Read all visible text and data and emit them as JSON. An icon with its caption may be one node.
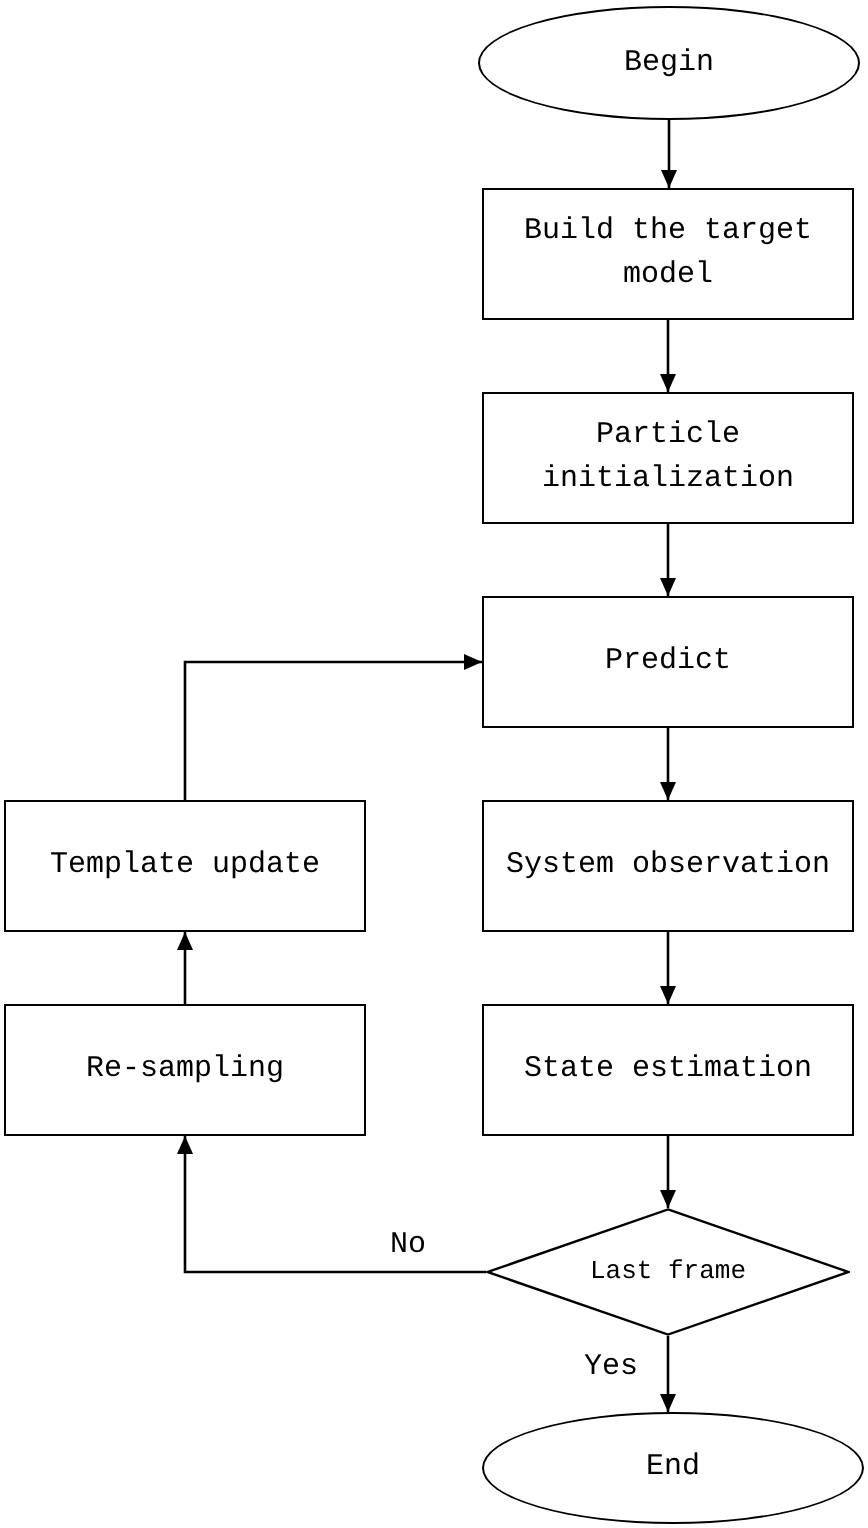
{
  "diagram": {
    "nodes": [
      {
        "text": [
          "Begin"
        ]
      },
      {
        "text": [
          "Build the target model"
        ]
      },
      {
        "text": [
          "Particle initialization"
        ]
      },
      {
        "text": [
          "Predict"
        ]
      },
      {
        "text": [
          "System observation"
        ]
      },
      {
        "text": [
          "State estimation"
        ]
      },
      {
        "text": [
          "Last frame"
        ]
      },
      {
        "text": [
          "End"
        ]
      },
      {
        "text": [
          "Template update"
        ]
      },
      {
        "text": [
          "Re-sampling"
        ]
      }
    ],
    "edges": [
      {
        "from": 0,
        "to": 1,
        "arrow": "to"
      },
      {
        "from": 1,
        "to": 2,
        "arrow": "to"
      },
      {
        "from": 2,
        "to": 3,
        "arrow": "to"
      },
      {
        "from": 3,
        "to": 4,
        "arrow": "to"
      },
      {
        "from": 4,
        "to": 5,
        "arrow": "to"
      },
      {
        "from": 5,
        "to": 6,
        "arrow": "to"
      },
      {
        "from": 6,
        "to": 7,
        "arrow": "to",
        "label": "Yes"
      },
      {
        "from": 6,
        "to": 9,
        "arrow": "to",
        "label": "No"
      },
      {
        "from": 9,
        "to": 8,
        "arrow": "to"
      },
      {
        "from": 8,
        "to": 3,
        "arrow": "to"
      }
    ]
  }
}
